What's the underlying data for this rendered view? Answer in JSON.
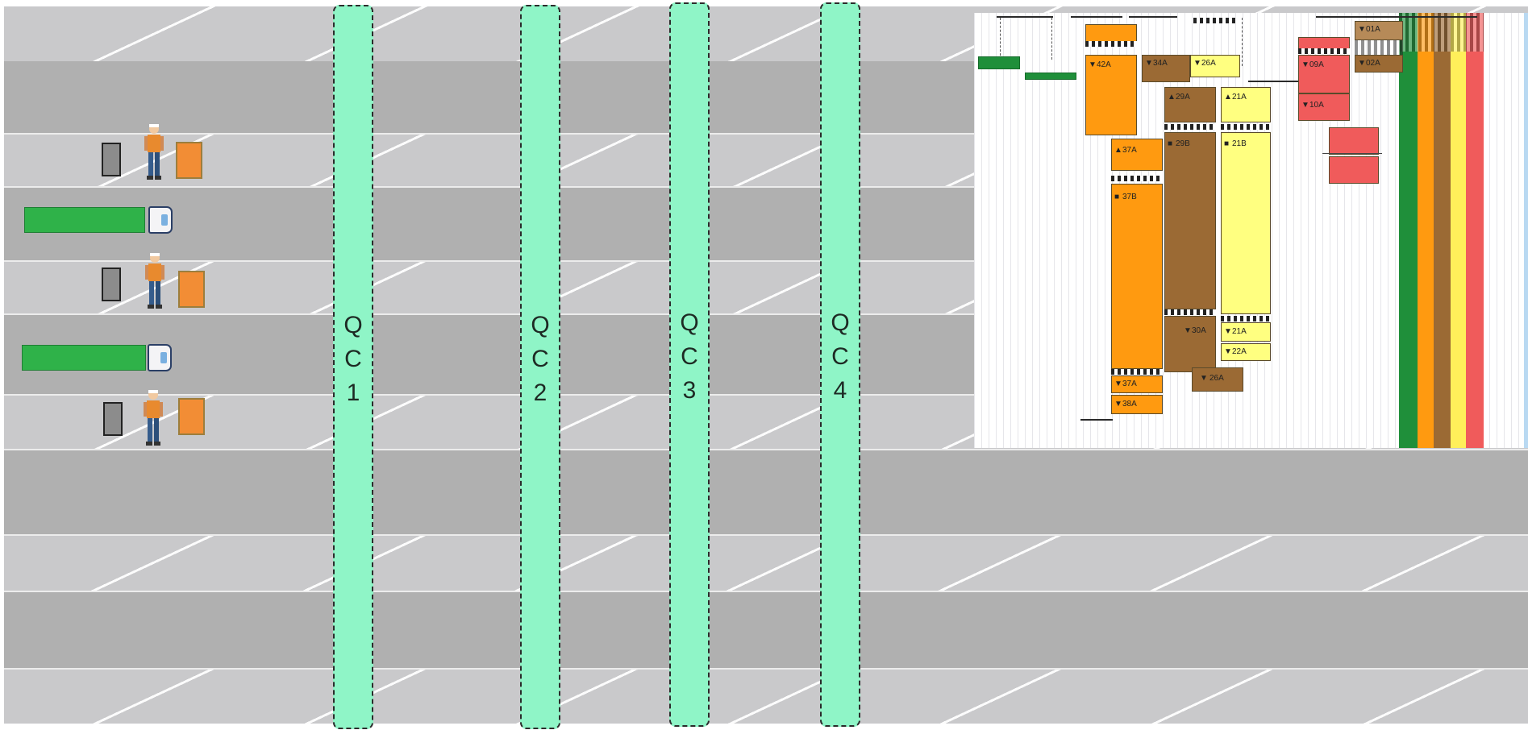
{
  "cranes": [
    {
      "label": "QC1",
      "chars": [
        "Q",
        "C",
        "1"
      ]
    },
    {
      "label": "QC2",
      "chars": [
        "Q",
        "C",
        "2"
      ]
    },
    {
      "label": "QC3",
      "chars": [
        "Q",
        "C",
        "3"
      ]
    },
    {
      "label": "QC4",
      "chars": [
        "Q",
        "C",
        "4"
      ]
    }
  ],
  "colors": {
    "lane_hatch": "#c9c9cb",
    "lane_solid": "#b0b0b0",
    "qc_fill": "#8ff5c7",
    "truck_green": "#2fb249",
    "container_orange": "#f28d35",
    "container_gray": "#8c8c8c",
    "gantt_orange": "#ff9a10",
    "gantt_brown": "#9b6a34",
    "gantt_yellow": "#ffff80",
    "gantt_red": "#f05b5b",
    "gantt_green": "#1f8f3a"
  },
  "icons": [
    "worker-icon",
    "truck-icon",
    "container-icon"
  ],
  "gantt": {
    "tasks": [
      {
        "id": "42A",
        "label": "42A",
        "arrow": "down",
        "color": "#ff9a10"
      },
      {
        "id": "34A",
        "label": "34A",
        "arrow": "down",
        "color": "#9b6a34"
      },
      {
        "id": "26A-top",
        "label": "26A",
        "arrow": "down",
        "color": "#ffff80"
      },
      {
        "id": "09A",
        "label": "09A",
        "arrow": "down",
        "color": "#f05b5b"
      },
      {
        "id": "10A",
        "label": "10A",
        "arrow": "down",
        "color": "#f05b5b"
      },
      {
        "id": "29A",
        "label": "29A",
        "arrow": "up",
        "color": "#9b6a34"
      },
      {
        "id": "21A-top",
        "label": "21A",
        "arrow": "up",
        "color": "#ffff80"
      },
      {
        "id": "29B",
        "label": "29B",
        "arrow": "square",
        "color": "#9b6a34"
      },
      {
        "id": "21B",
        "label": "21B",
        "arrow": "square",
        "color": "#ffff80"
      },
      {
        "id": "37A-top",
        "label": "37A",
        "arrow": "up",
        "color": "#ff9a10"
      },
      {
        "id": "37B",
        "label": "37B",
        "arrow": "square",
        "color": "#ff9a10"
      },
      {
        "id": "30A",
        "label": "30A",
        "arrow": "down",
        "color": "#9b6a34"
      },
      {
        "id": "21A-bottom",
        "label": "21A",
        "arrow": "down",
        "color": "#ffff80"
      },
      {
        "id": "22A",
        "label": "22A",
        "arrow": "down",
        "color": "#ffff80"
      },
      {
        "id": "26A-bottom",
        "label": "26A",
        "arrow": "down",
        "color": "#9b6a34"
      },
      {
        "id": "37A-bottom",
        "label": "37A",
        "arrow": "down",
        "color": "#ff9a10"
      },
      {
        "id": "38A",
        "label": "38A",
        "arrow": "down",
        "color": "#ff9a10"
      },
      {
        "id": "01A",
        "label": "01A",
        "arrow": "down",
        "color": "#9b6a34"
      },
      {
        "id": "02A",
        "label": "02A",
        "arrow": "down",
        "color": "#9b6a34"
      }
    ]
  }
}
